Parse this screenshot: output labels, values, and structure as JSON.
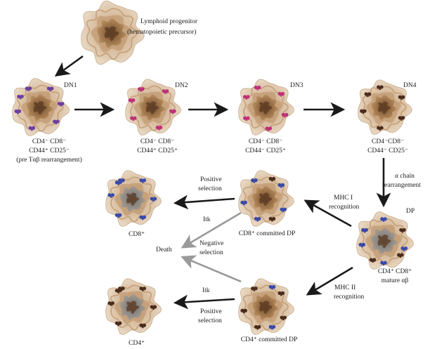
{
  "stages": {
    "progenitor": {
      "title": "Lymphoid progenitor",
      "subtitle": "(hematopoietic precursor)"
    },
    "dn1": {
      "tag": "DN1",
      "line1": "CD4⁻ CD8⁻",
      "line2": "CD44⁺ CD25⁻",
      "line3": "(pre Tαβ rearrangement)"
    },
    "dn2": {
      "tag": "DN2",
      "line1": "CD4⁻ CD8⁻",
      "line2": "CD44⁺ CD25⁺"
    },
    "dn3": {
      "tag": "DN3",
      "line1": "CD4⁻ CD8⁻",
      "line2": "CD44⁻ CD25⁺"
    },
    "dn4": {
      "tag": "DN4",
      "line1": "CD4⁻CD8⁻",
      "line2": "CD44⁻ CD25⁻"
    },
    "dp": {
      "tag": "DP",
      "line1": "CD4⁺ CD8⁺",
      "line2": "mature αβ"
    },
    "cd8_committed": {
      "label": "CD8⁺ committed DP"
    },
    "cd4_committed": {
      "label": "CD4⁺ committed DP"
    },
    "cd8": {
      "label": "CD8⁺"
    },
    "cd4": {
      "label": "CD4⁺"
    },
    "death": {
      "label": "Death"
    }
  },
  "transitions": {
    "alpha_chain": [
      "α chain",
      "rearrangement"
    ],
    "mhc1": [
      "MHC I",
      "recognition"
    ],
    "mhc2": [
      "MHC II",
      "recognition"
    ],
    "positive_top": [
      "Positive",
      "selection"
    ],
    "positive_bottom": [
      "Positive",
      "selection"
    ],
    "negative": [
      "Negative",
      "selection"
    ],
    "itk_top": "Itk",
    "itk_bottom": "Itk"
  },
  "colors": {
    "cell_outer": "#d8c0a4",
    "cell_mid": "#b98e63",
    "cell_core": "#8a6440",
    "cell_grey_core": "#8e8a86",
    "marker_purple": "#6b3fa0",
    "marker_magenta": "#c0307a",
    "marker_brown": "#4a2c1c",
    "marker_blue": "#3a4aa8",
    "arrow_dark": "#1a1a1a",
    "arrow_grey": "#9a9a9a"
  }
}
